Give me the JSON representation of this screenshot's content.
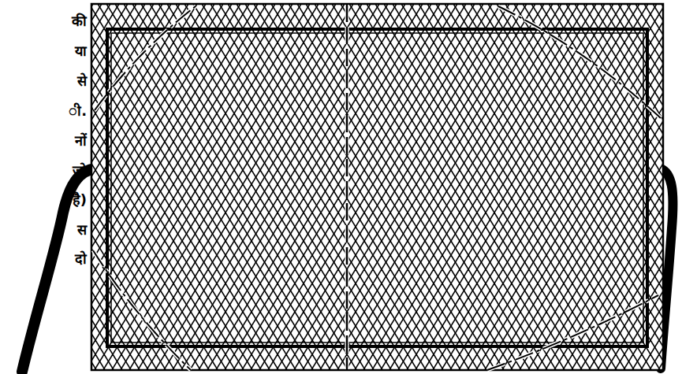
{
  "diagram": {
    "labels": [
      "की",
      "या",
      "से",
      "ी.",
      "नों",
      "जो",
      "है)",
      "स",
      "दो"
    ]
  }
}
